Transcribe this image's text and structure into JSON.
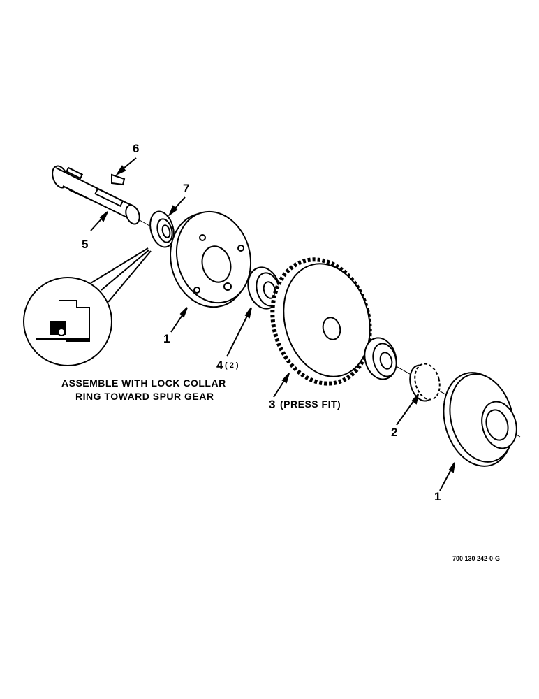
{
  "callouts": {
    "part_6": "6",
    "part_7": "7",
    "part_5": "5",
    "part_1_top": "1",
    "part_4": "4",
    "part_4_qty": "( 2 )",
    "part_3": "3",
    "part_3_note": "(PRESS FIT)",
    "part_2": "2",
    "part_1_bottom": "1"
  },
  "assembly_note": {
    "line1": "ASSEMBLE WITH LOCK COLLAR",
    "line2": "RING TOWARD SPUR GEAR"
  },
  "drawing_number": "700 130 242-0-G"
}
